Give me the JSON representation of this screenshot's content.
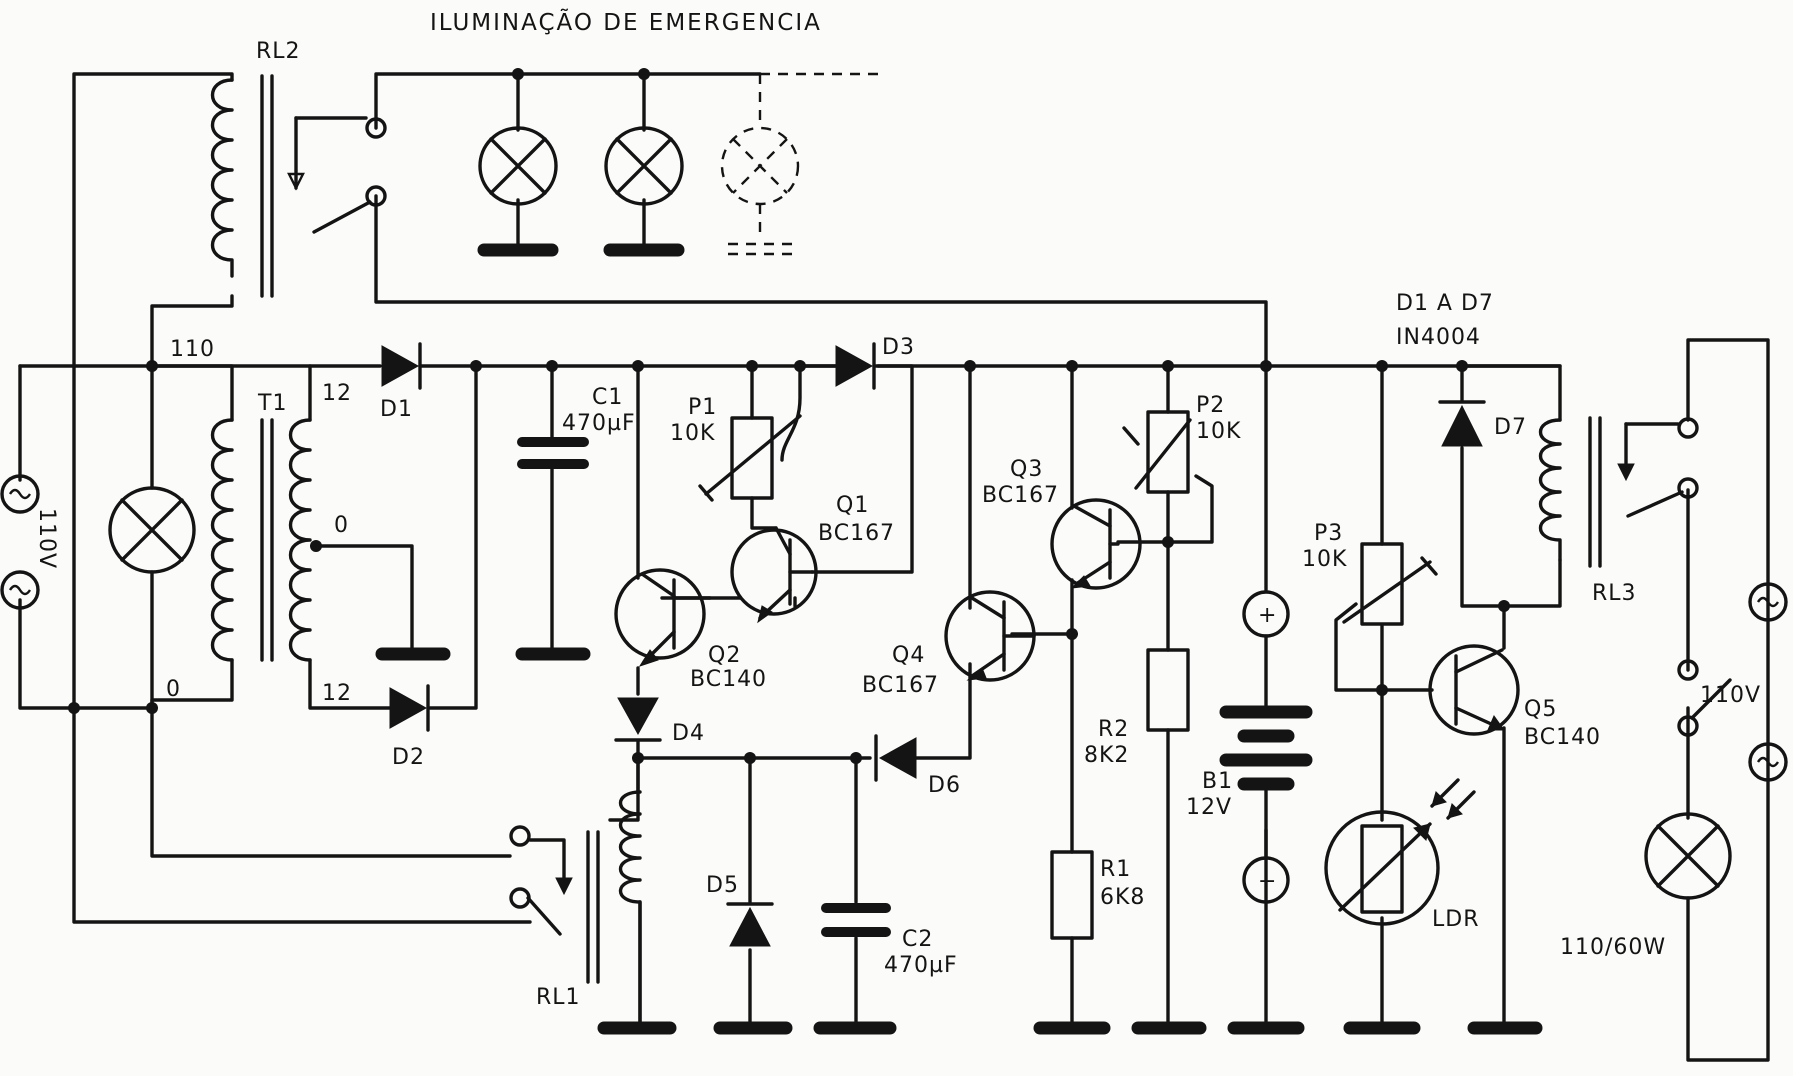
{
  "title": "ILUMINAÇÃO DE EMERGENCIA",
  "diode_note": {
    "line1": "D1 A D7",
    "line2": "IN4004"
  },
  "mains_left": "110V",
  "mains_right": "110V",
  "lamp_right": "110/60W",
  "transformer": {
    "name": "T1",
    "primary_top": "110",
    "primary_bottom": "0",
    "secondary_top": "12",
    "secondary_center": "0",
    "secondary_bottom": "12"
  },
  "relays": {
    "rl1": "RL1",
    "rl2": "RL2",
    "rl3": "RL3"
  },
  "diodes": {
    "d1": "D1",
    "d2": "D2",
    "d3": "D3",
    "d4": "D4",
    "d5": "D5",
    "d6": "D6",
    "d7": "D7"
  },
  "capacitors": {
    "c1": {
      "name": "C1",
      "value": "470µF"
    },
    "c2": {
      "name": "C2",
      "value": "470µF"
    }
  },
  "pots": {
    "p1": {
      "name": "P1",
      "value": "10K"
    },
    "p2": {
      "name": "P2",
      "value": "10K"
    },
    "p3": {
      "name": "P3",
      "value": "10K"
    }
  },
  "resistors": {
    "r1": {
      "name": "R1",
      "value": "6K8"
    },
    "r2": {
      "name": "R2",
      "value": "8K2"
    }
  },
  "transistors": {
    "q1": {
      "name": "Q1",
      "type": "BC167"
    },
    "q2": {
      "name": "Q2",
      "type": "BC140"
    },
    "q3": {
      "name": "Q3",
      "type": "BC167"
    },
    "q4": {
      "name": "Q4",
      "type": "BC167"
    },
    "q5": {
      "name": "Q5",
      "type": "BC140"
    }
  },
  "battery": {
    "name": "B1",
    "value": "12V",
    "plus": "+",
    "minus": "−"
  },
  "ldr": "LDR"
}
